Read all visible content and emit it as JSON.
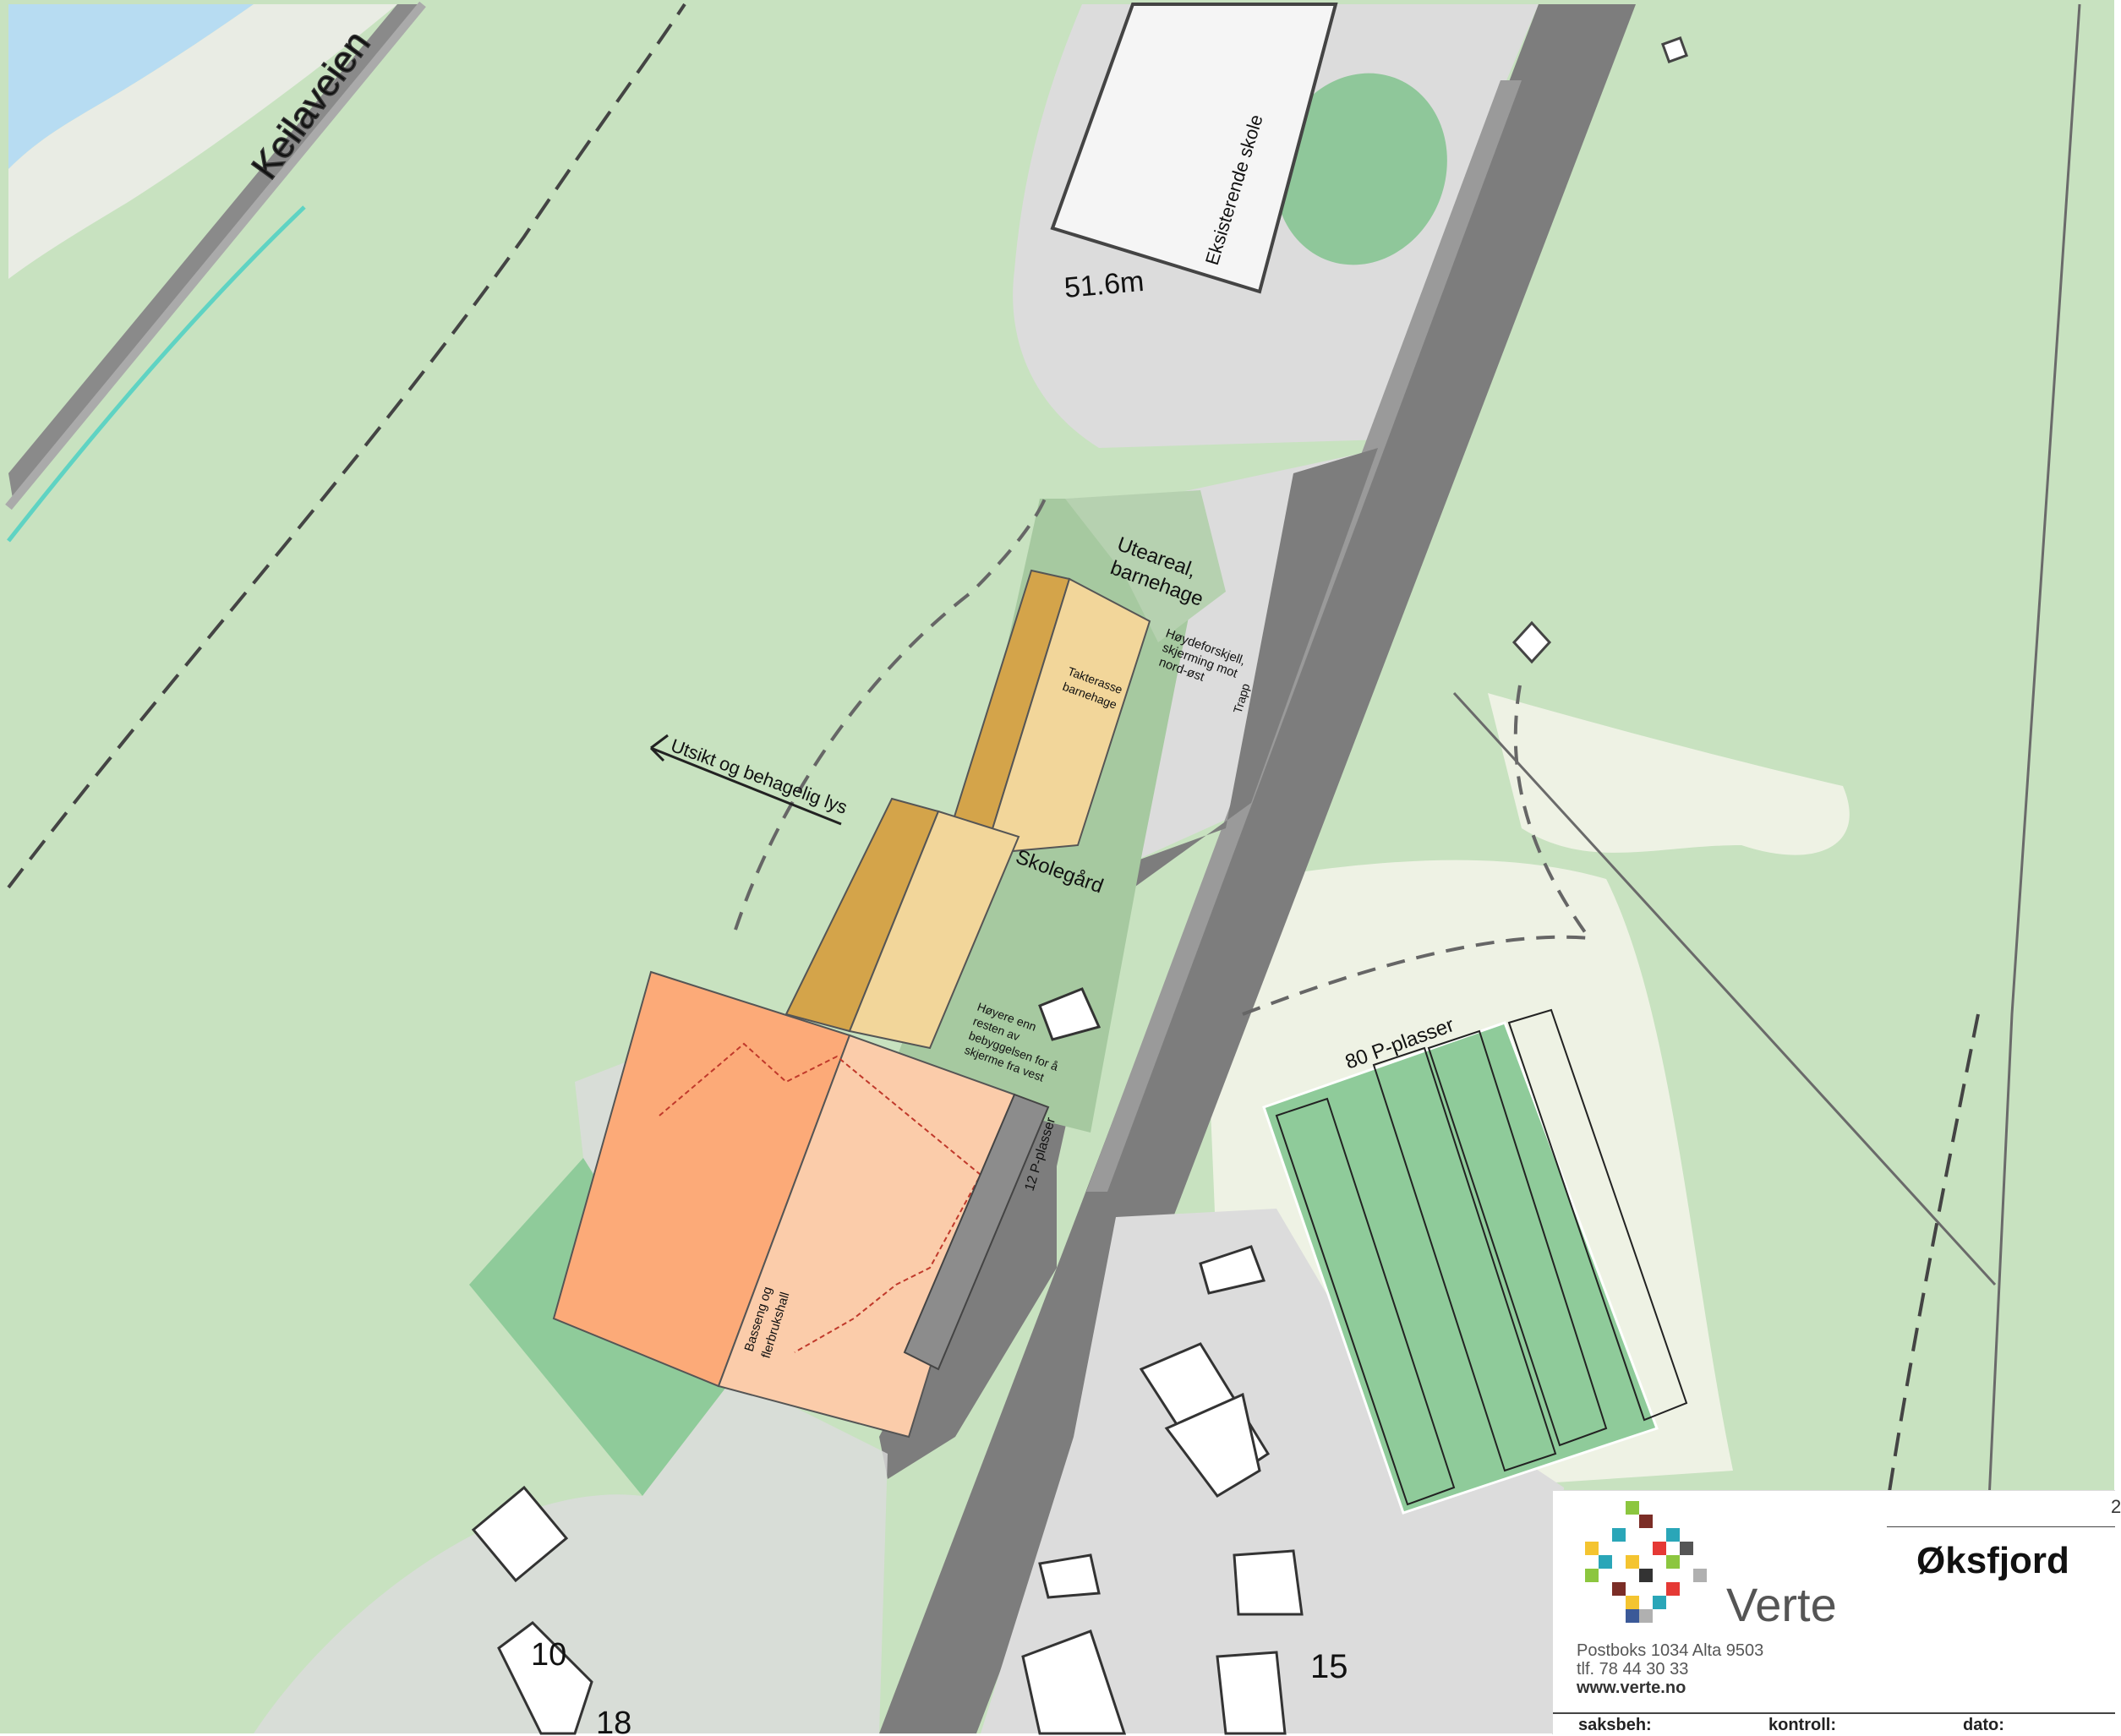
{
  "map": {
    "labels": {
      "road": "Keilaveien",
      "existing_school": "Eksisterende skole",
      "elevation": "51.6m",
      "outdoor_area": [
        "Uteareal,",
        "barnehage"
      ],
      "roof_terrace": [
        "Takterasse",
        "barnehage"
      ],
      "height_diff": [
        "Høydeforskjell,",
        "skjerming mot",
        "nord-øst"
      ],
      "stairs": "Trapp",
      "view": "Utsikt og behagelig lys",
      "schoolyard": "Skolegård",
      "higher_building": [
        "Høyere enn",
        "resten av",
        "bebyggelsen for å",
        "skjerme fra vest"
      ],
      "pool_hall": [
        "Basseng og",
        "flerbrukshall"
      ],
      "parking_small": "12 P-plasser",
      "parking_large": "80 P-plasser",
      "num_15": "15",
      "num_10": "10",
      "num_18": "18"
    },
    "colors": {
      "terrain": "#c8e2c0",
      "grass": "#9cc99c",
      "water": "#b7dcf2",
      "road": "#7a7a7a",
      "paved": "#dcdcdc",
      "building_gold": "#d4a44a",
      "building_cream": "#f2d69a",
      "building_orange": "#fcaa78",
      "building_peach": "#fbccaa"
    }
  },
  "titleblock": {
    "brand": "Verte",
    "address": "Postboks 1034 Alta 9503",
    "phone": "tlf. 78 44 30 33",
    "website": "www.verte.no",
    "project_title": "Øksfjord",
    "drawing_number": "2",
    "fields": {
      "handler": "saksbeh:",
      "control": "kontroll:",
      "date": "dato:"
    },
    "logo_colors": [
      "#f4c430",
      "#2aa6b8",
      "#7b2d26",
      "#8cc63f",
      "#e53935",
      "#3b5998",
      "#555555",
      "#b0b0b0"
    ]
  }
}
